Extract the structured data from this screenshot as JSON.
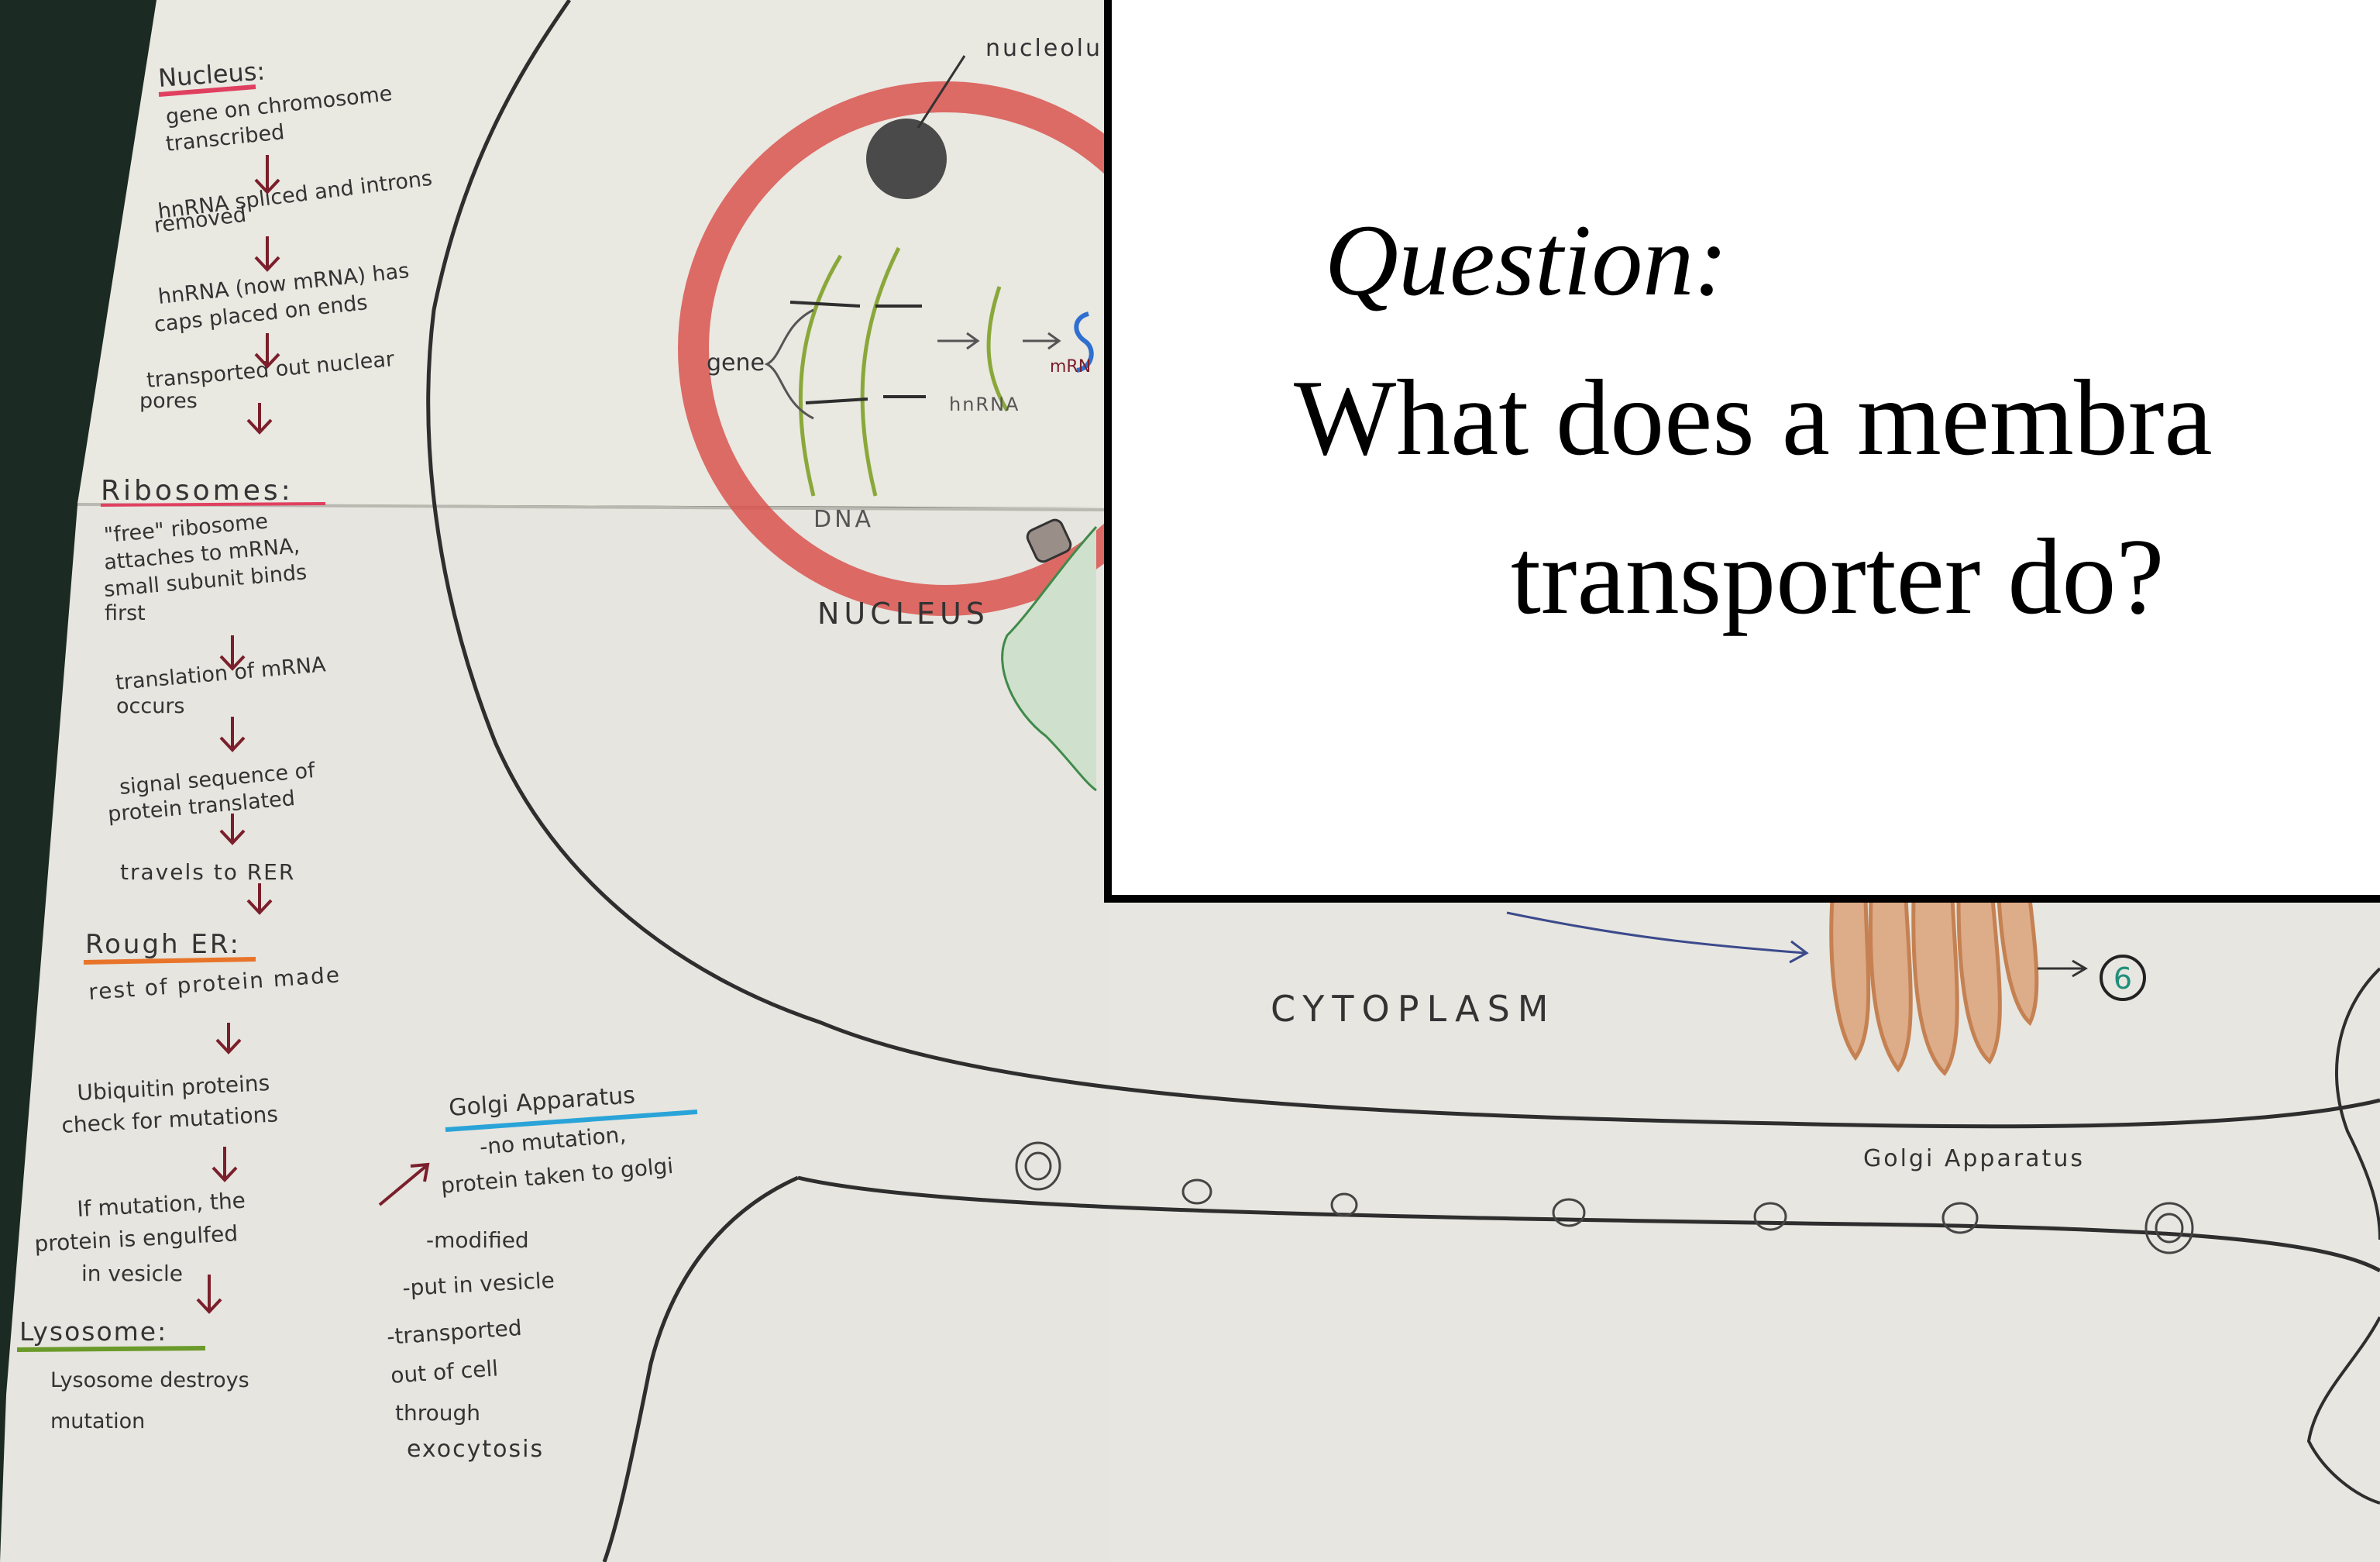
{
  "card": {
    "question_label": "Question:",
    "question_line1": "What does a membra",
    "question_line2": "transporter do?"
  },
  "notes": {
    "nucleus_heading": "Nucleus:",
    "nucleus_steps": [
      "gene on chromosome",
      "transcribed",
      "hnRNA spliced and introns",
      "removed",
      "hnRNA (now mRNA) has",
      "caps placed on ends",
      "transported out nuclear",
      "pores"
    ],
    "ribosomes_heading": "Ribosomes:",
    "ribosomes_steps": [
      "\"free\" ribosome",
      "attaches to mRNA,",
      "small subunit binds",
      "first",
      "translation of mRNA",
      "occurs",
      "signal sequence of",
      "protein translated",
      "travels to RER"
    ],
    "rough_er_heading": "Rough ER:",
    "rough_er_step": "rest of protein made",
    "ubiquitin": [
      "Ubiquitin proteins",
      "check for mutations"
    ],
    "mutation": [
      "If mutation, the",
      "protein is engulfed",
      "in vesicle"
    ],
    "lysosome_heading": "Lysosome:",
    "lysosome_text": [
      "Lysosome destroys",
      "mutation"
    ],
    "golgi_heading": "Golgi Apparatus",
    "golgi_steps": [
      "-no mutation,",
      "protein taken to golgi",
      "-modified",
      "-put in vesicle",
      "-transported",
      "out of cell",
      "through",
      "exocytosis"
    ]
  },
  "diagram": {
    "nucleolus": "nucleolu",
    "gene": "gene",
    "mrna": "mRN",
    "hnrna": "hnRNA",
    "dna": "DNA",
    "nucleus_label": "NUCLEUS",
    "cytoplasm_label": "CYTOPLASM",
    "golgi_label": "Golgi Apparatus",
    "step_number": "6"
  },
  "colors": {
    "paper": "#e9e8e1",
    "table": "#1b2a22",
    "pencil": "#3a3a3a",
    "nucleus_red": "#d9534f",
    "gene_green": "#8aa83a",
    "arrow_maroon": "#7a1f2b",
    "golgi_brown": "#c0703a",
    "mrna_blue": "#2f6fd0",
    "underline_red": "#e04060",
    "underline_orange": "#e8742a",
    "underline_blue": "#2aa4d8",
    "underline_green": "#6a9a2a",
    "cytoplasm_green": "#3f8a4a",
    "teal": "#1f8f7a"
  }
}
